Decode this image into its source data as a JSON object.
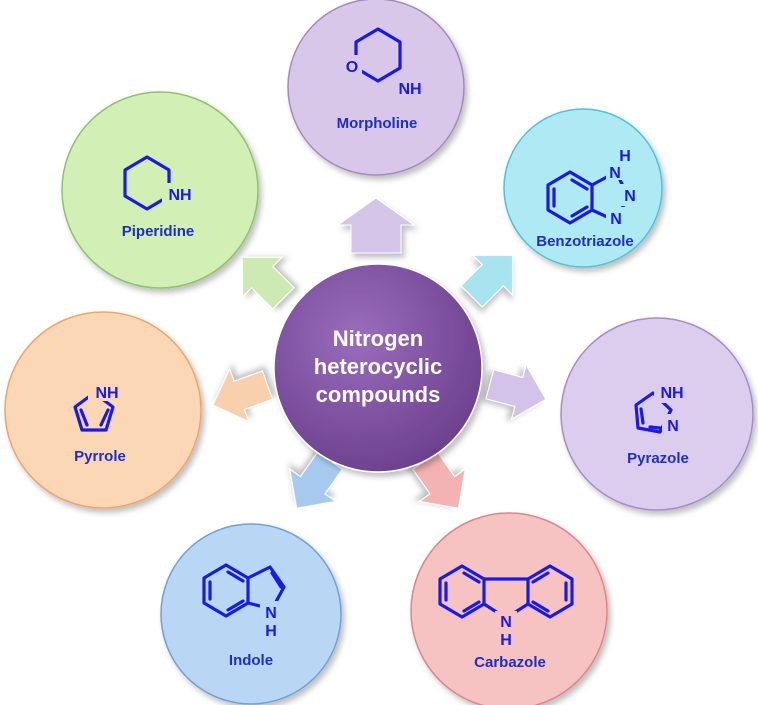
{
  "center": {
    "title_lines": [
      "Nitrogen",
      "heterocyclic",
      "compounds"
    ],
    "color": "#7d4e9c"
  },
  "compounds": [
    {
      "id": "morpholine",
      "name": "Morpholine",
      "atoms": [
        "O",
        "NH"
      ],
      "fill": "#d9c7ea",
      "edge": "#a389c0"
    },
    {
      "id": "piperidine",
      "name": "Piperidine",
      "atoms": [
        "NH"
      ],
      "fill": "#d2efb6",
      "edge": "#8fc36a"
    },
    {
      "id": "benzotriazole",
      "name": "Benzotriazole",
      "atoms": [
        "H",
        "N",
        "N",
        "N"
      ],
      "fill": "#aee9f4",
      "edge": "#4cc3dd"
    },
    {
      "id": "pyrrole",
      "name": "Pyrrole",
      "atoms": [
        "NH"
      ],
      "fill": "#fbd7b6",
      "edge": "#efa56a"
    },
    {
      "id": "pyrazole",
      "name": "Pyrazole",
      "atoms": [
        "NH",
        "N"
      ],
      "fill": "#dccdee",
      "edge": "#a68ccb"
    },
    {
      "id": "indole",
      "name": "Indole",
      "atoms": [
        "N",
        "H"
      ],
      "fill": "#b9d6f4",
      "edge": "#6f9fd8"
    },
    {
      "id": "carbazole",
      "name": "Carbazole",
      "atoms": [
        "N",
        "H"
      ],
      "fill": "#f6c2c2",
      "edge": "#e08585"
    }
  ],
  "arrow_colors": {
    "up": "#d5c5e9",
    "up_left": "#cdeab3",
    "up_right": "#a7e4ef",
    "left": "#f8d0ae",
    "right": "#d3c2ea",
    "down_left": "#a8c9ef",
    "down_right": "#f4b3b3"
  }
}
